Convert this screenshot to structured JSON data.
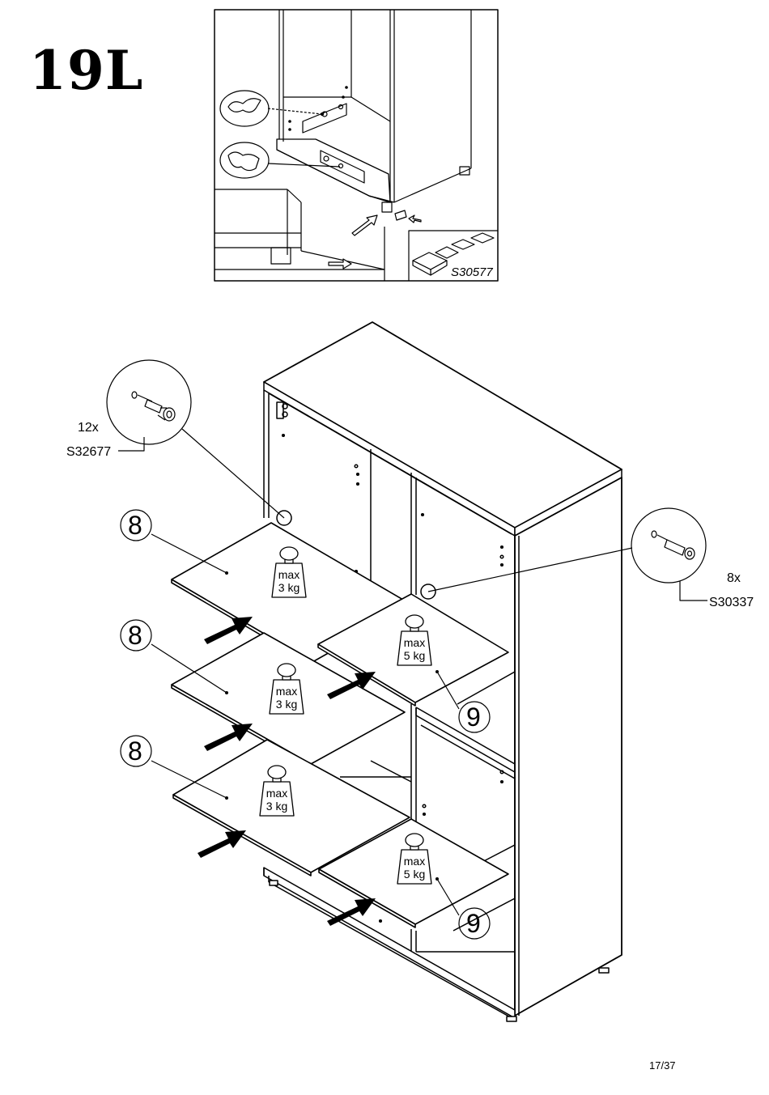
{
  "step": {
    "title": "19L"
  },
  "inset": {
    "part_code": "S30577"
  },
  "hardware": {
    "left": {
      "quantity": "12x",
      "code": "S32677"
    },
    "right": {
      "quantity": "8x",
      "code": "S30337"
    }
  },
  "shelves": [
    {
      "callout": "8",
      "weight_line1": "max",
      "weight_line2": "3 kg"
    },
    {
      "callout": "8",
      "weight_line1": "max",
      "weight_line2": "3 kg"
    },
    {
      "callout": "8",
      "weight_line1": "max",
      "weight_line2": "3 kg"
    },
    {
      "callout": "9",
      "weight_line1": "max",
      "weight_line2": "5 kg"
    },
    {
      "callout": "9",
      "weight_line1": "max",
      "weight_line2": "5 kg"
    }
  ],
  "footer": {
    "page": "17/37"
  }
}
